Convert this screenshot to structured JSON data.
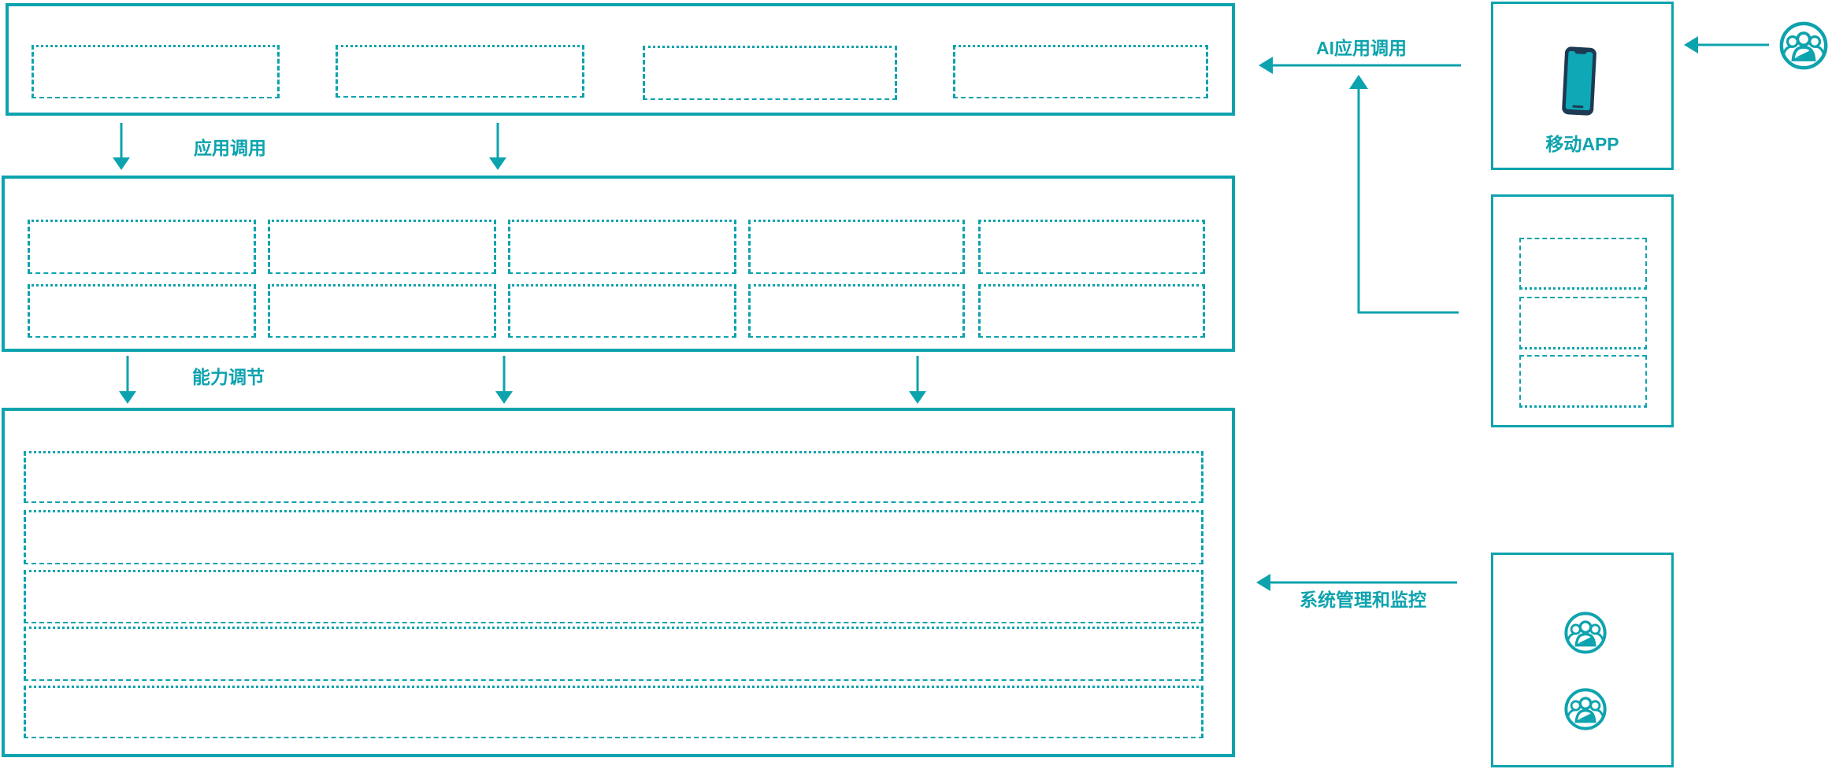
{
  "canvas": {
    "accent": "#0da3ae",
    "phone_frame_color": "#1d3a52",
    "phone_screen_color": "#0fa8b6",
    "background": "#ffffff"
  },
  "labels": {
    "app_call": "应用调用",
    "capability_adjust": "能力调节",
    "ai_app_call": "AI应用调用",
    "mobile_app": "移动APP",
    "system_monitor": "系统管理和监控"
  },
  "icons": [
    {
      "name": "phone-icon",
      "depicts": "mobile smartphone"
    },
    {
      "name": "users-icon",
      "depicts": "group of users inside a circle"
    }
  ],
  "structure": {
    "top_layer_placeholders": 4,
    "middle_layer_grid": {
      "rows": 2,
      "cols": 5
    },
    "bottom_layer_rows": 5,
    "client_box_placeholders": 3,
    "admin_box_user_icons": 2
  }
}
